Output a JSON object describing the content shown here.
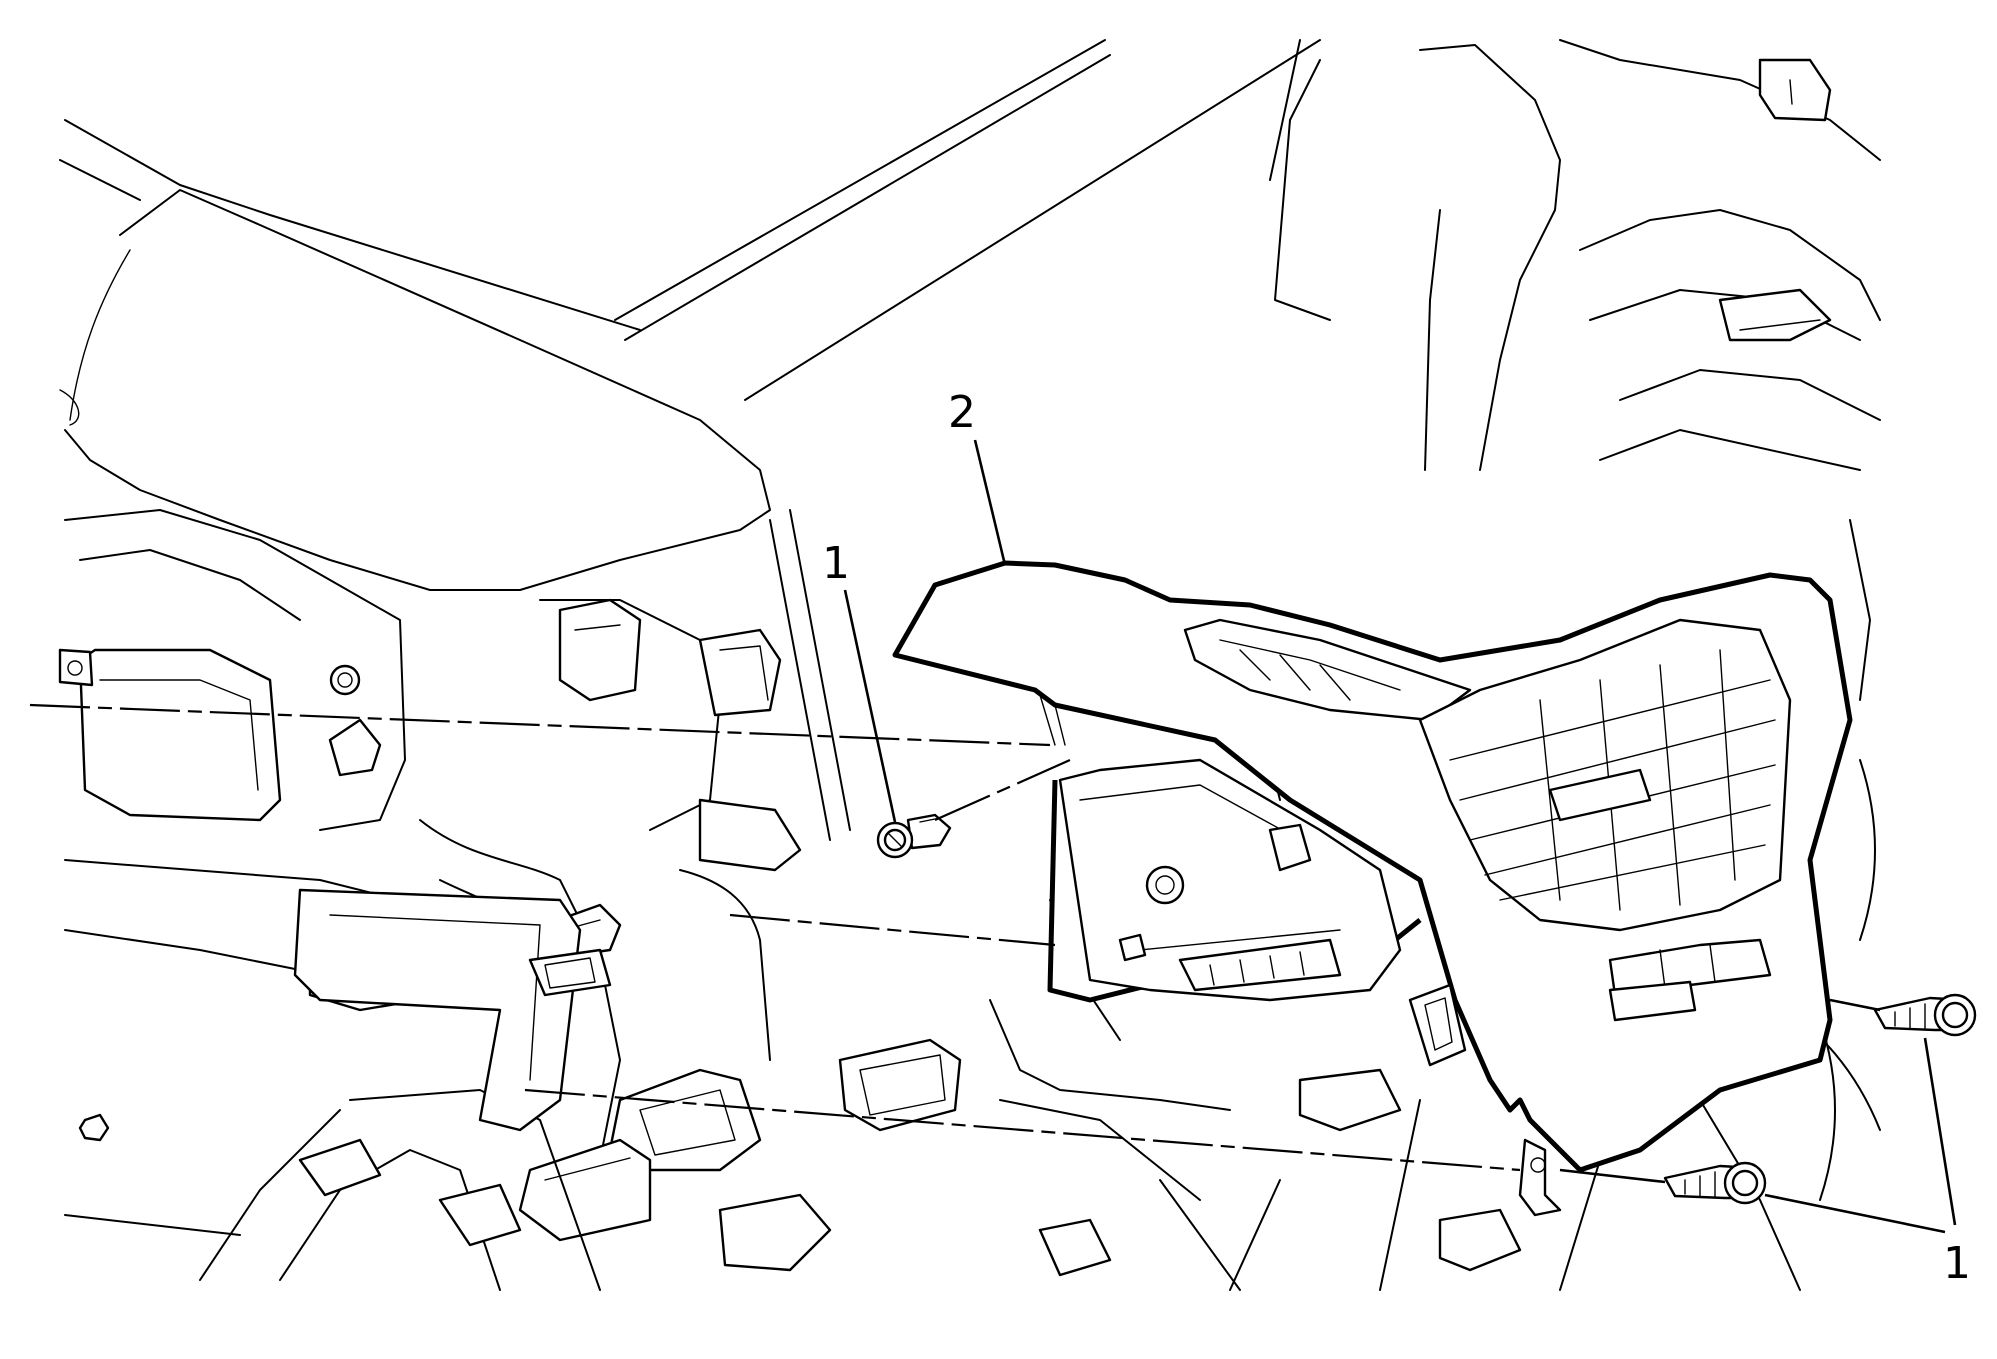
{
  "diagram": {
    "callouts": [
      {
        "id": "callout-2",
        "label": "2"
      },
      {
        "id": "callout-1-upper",
        "label": "1"
      },
      {
        "id": "callout-1-lower",
        "label": "1"
      }
    ],
    "colors": {
      "line": "#000000",
      "background": "#ffffff"
    }
  }
}
